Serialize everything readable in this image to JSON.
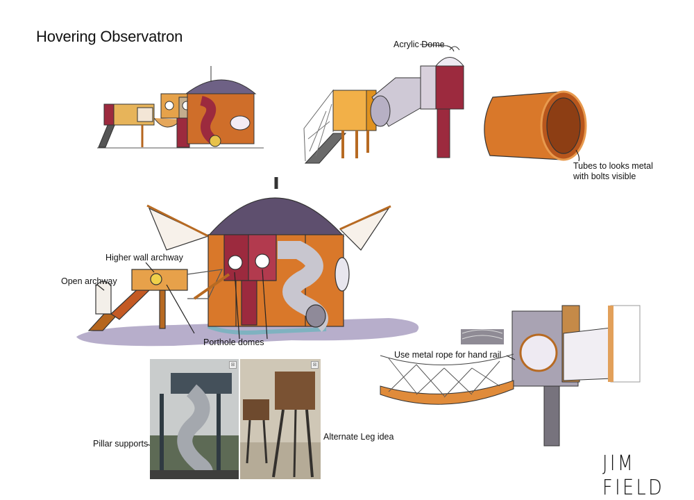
{
  "title": "Hovering Observatron",
  "annotations": {
    "acrylic_dome": "Acrylic Dome",
    "tubes_metal": "Tubes to looks metal\nwith bolts visible",
    "higher_wall_archway": "Higher wall archway",
    "open_archway": "Open archway",
    "porthole_domes": "Porthole domes",
    "metal_rope": "Use metal rope for hand rail",
    "pillar_supports": "Pillar supports",
    "alternate_leg": "Alternate Leg idea"
  },
  "signature": "JIM FIELD",
  "colors": {
    "orange": "#d9782a",
    "burgundy": "#9c2a3e",
    "dome_purple": "#5e4f6e",
    "lavender": "#c9bfd6",
    "tube_grey": "#c8c6cf",
    "yellow": "#f0b34a",
    "ground": "#b7aecb"
  },
  "icons": {
    "photo_badge": "image-placeholder-icon"
  }
}
